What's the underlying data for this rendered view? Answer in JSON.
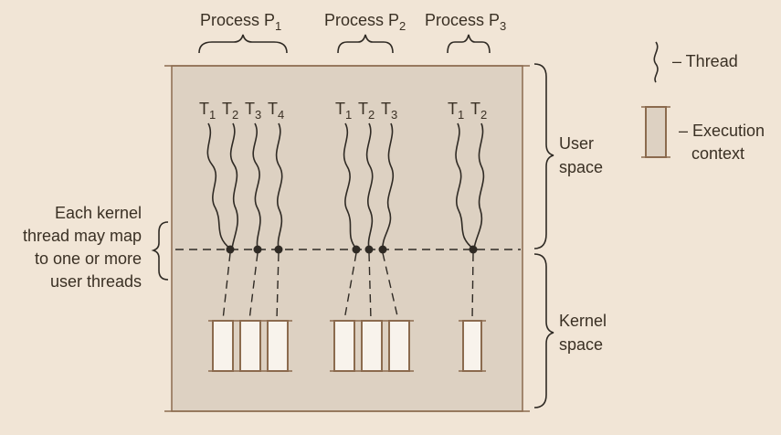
{
  "processes": [
    {
      "label": "Process P",
      "sub": "1"
    },
    {
      "label": "Process P",
      "sub": "2"
    },
    {
      "label": "Process P",
      "sub": "3"
    }
  ],
  "threads": {
    "p1": [
      {
        "t": "T",
        "s": "1"
      },
      {
        "t": "T",
        "s": "2"
      },
      {
        "t": "T",
        "s": "3"
      },
      {
        "t": "T",
        "s": "4"
      }
    ],
    "p2": [
      {
        "t": "T",
        "s": "1"
      },
      {
        "t": "T",
        "s": "2"
      },
      {
        "t": "T",
        "s": "3"
      }
    ],
    "p3": [
      {
        "t": "T",
        "s": "1"
      },
      {
        "t": "T",
        "s": "2"
      }
    ]
  },
  "space_labels": {
    "user": [
      "User",
      "space"
    ],
    "kernel": [
      "Kernel",
      "space"
    ]
  },
  "left_note": [
    "Each kernel",
    "thread may map",
    "to one or more",
    "user threads"
  ],
  "legend": {
    "thread": "– Thread",
    "execution": [
      "– Execution",
      "context"
    ]
  },
  "colors": {
    "background": "#f1e5d6",
    "panel": "#ddd1c2",
    "panel_border": "#8b6b4e",
    "box_fill": "#f8f3ec",
    "line": "#2f2a24"
  }
}
